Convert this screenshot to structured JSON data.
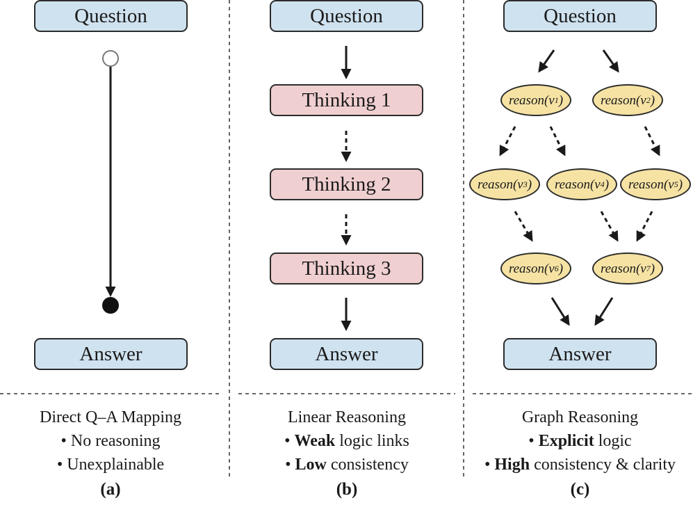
{
  "panel_a": {
    "question": "Question",
    "answer": "Answer",
    "caption_title": "Direct Q–A Mapping",
    "bullet1": "• No reasoning",
    "bullet2": "• Unexplainable",
    "label": "(a)"
  },
  "panel_b": {
    "question": "Question",
    "thinking": [
      "Thinking 1",
      "Thinking 2",
      "Thinking 3"
    ],
    "answer": "Answer",
    "caption_title": "Linear Reasoning",
    "bullet1_prefix": "• ",
    "bullet1_bold": "Weak",
    "bullet1_rest": " logic links",
    "bullet2_prefix": "• ",
    "bullet2_bold": "Low",
    "bullet2_rest": " consistency",
    "label": "(b)"
  },
  "panel_c": {
    "question": "Question",
    "reason_text": "reason(v",
    "reason_close": ")",
    "nodes": [
      "1",
      "2",
      "3",
      "4",
      "5",
      "6",
      "7"
    ],
    "answer": "Answer",
    "caption_title": "Graph Reasoning",
    "bullet1_prefix": "• ",
    "bullet1_bold": "Explicit",
    "bullet1_rest": " logic",
    "bullet2_prefix": "• ",
    "bullet2_bold": "High",
    "bullet2_rest": " consistency & clarity",
    "label": "(c)"
  },
  "colors": {
    "question_answer_fill": "#cfe2ef",
    "thinking_fill": "#f0cfd0",
    "reason_fill": "#f6e3a4",
    "stroke": "#1a1a1a"
  }
}
